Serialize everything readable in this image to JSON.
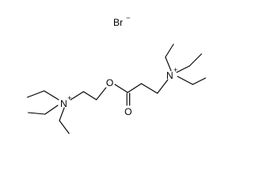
{
  "molecule": {
    "counterion": {
      "symbol": "Br",
      "charge": "−"
    },
    "atoms": {
      "n_left": {
        "symbol": "N",
        "charge": "+"
      },
      "n_right": {
        "symbol": "N",
        "charge": "+"
      },
      "o_ester": {
        "symbol": "O"
      },
      "o_carbonyl": {
        "symbol": "O"
      }
    }
  }
}
